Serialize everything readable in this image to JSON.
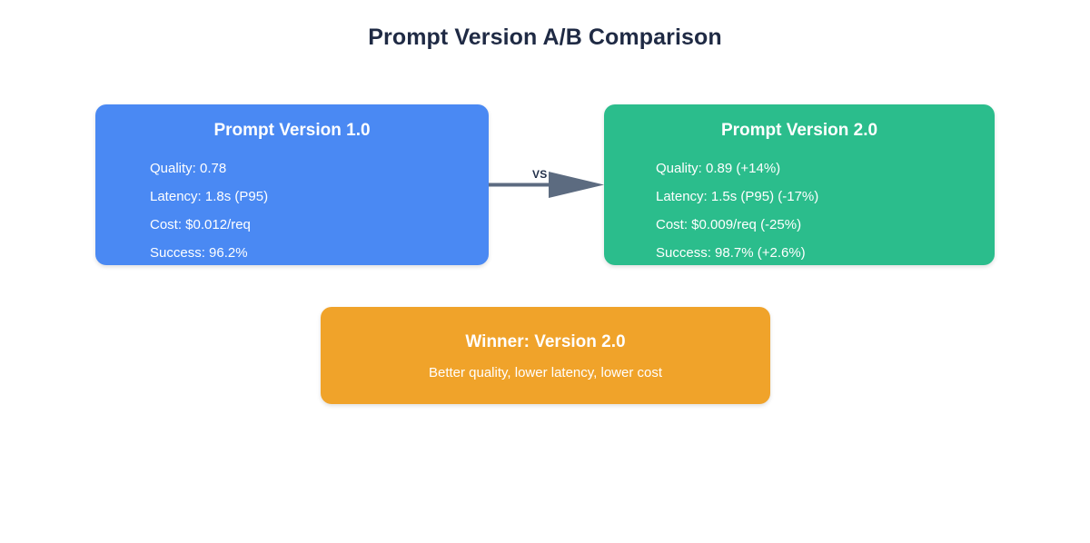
{
  "page": {
    "title": "Prompt Version A/B Comparison"
  },
  "colors": {
    "variant_a": "#4a89f3",
    "variant_b": "#2bbd8c",
    "winner": "#f0a32a",
    "connector": "#5c6b80",
    "title_text": "#1f2a44",
    "card_text": "#ffffff",
    "background": "#ffffff"
  },
  "comparison": {
    "variant_a": {
      "title": "Prompt Version 1.0",
      "metrics": [
        "Quality: 0.78",
        "Latency: 1.8s (P95)",
        "Cost: $0.012/req",
        "Success: 96.2%"
      ]
    },
    "variant_b": {
      "title": "Prompt Version 2.0",
      "metrics": [
        "Quality: 0.89 (+14%)",
        "Latency: 1.5s (P95) (-17%)",
        "Cost: $0.009/req (-25%)",
        "Success: 98.7% (+2.6%)"
      ]
    },
    "connector": {
      "label": "VS",
      "icon": "arrow-right-icon"
    }
  },
  "winner": {
    "title": "Winner: Version 2.0",
    "subtitle": "Better quality, lower latency, lower cost"
  }
}
